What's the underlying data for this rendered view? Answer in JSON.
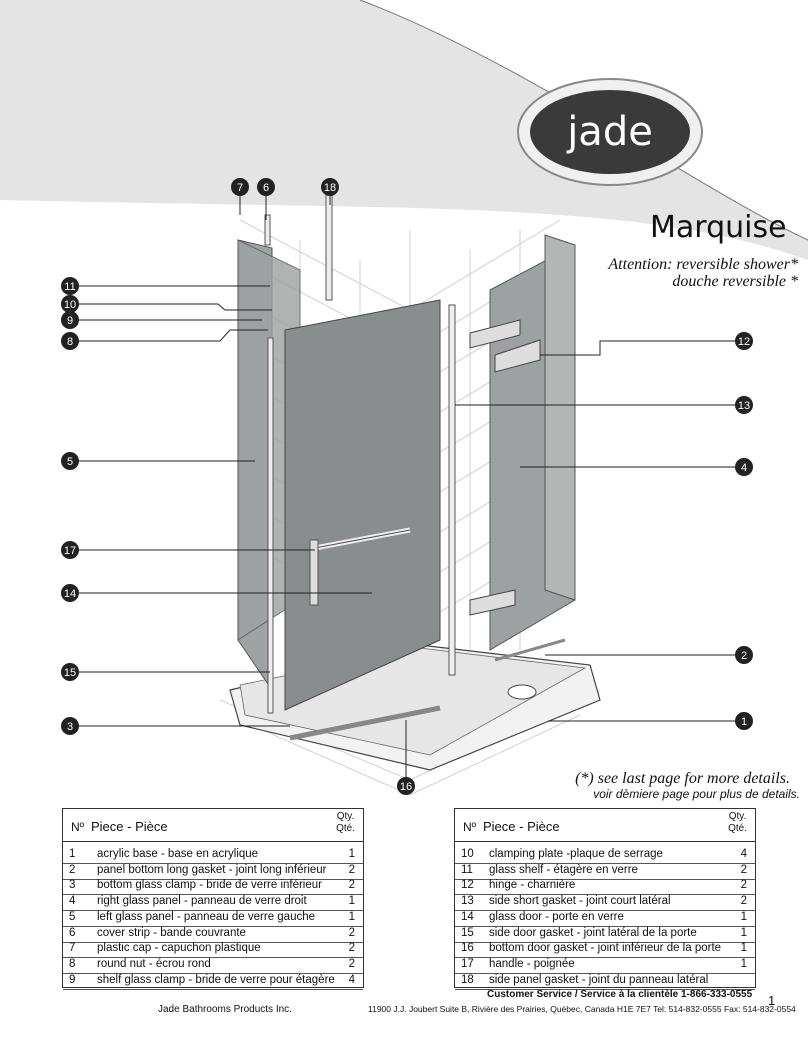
{
  "brand": {
    "logo_text": "jade"
  },
  "title": "Marquise",
  "attention": {
    "line1": "Attention: reversible shower*",
    "line2": "douche reversible *"
  },
  "note": {
    "line1": "(*) see last page for more details.",
    "line2": "voir dèmiere page pour plus de details."
  },
  "callouts": [
    "7",
    "6",
    "18",
    "11",
    "10",
    "9",
    "8",
    "12",
    "13",
    "5",
    "4",
    "17",
    "14",
    "2",
    "15",
    "1",
    "3",
    "16"
  ],
  "table_header": {
    "no": "Nº",
    "piece": "Piece - Pièce",
    "qty1": "Qty.",
    "qty2": "Qté."
  },
  "parts_left": [
    {
      "n": "1",
      "d": "acrylic base  - base  en  acrylique",
      "q": "1"
    },
    {
      "n": "2",
      "d": "panel bottom long gasket - joint long inférieur",
      "q": "2"
    },
    {
      "n": "3",
      "d": "bottom glass clamp  - bride de verre inférieur",
      "q": "2"
    },
    {
      "n": "4",
      "d": "right glass panel - panneau de verre droit",
      "q": "1"
    },
    {
      "n": "5",
      "d": "left glass panel - panneau de verre gauche",
      "q": "1"
    },
    {
      "n": "6",
      "d": "cover strip - bande couvrante",
      "q": "2"
    },
    {
      "n": "7",
      "d": "plastic cap - capuchon plastique",
      "q": "2"
    },
    {
      "n": "8",
      "d": "round nut - écrou rond",
      "q": "2"
    },
    {
      "n": "9",
      "d": "shelf glass clamp - bride de verre pour étagère",
      "q": "4"
    }
  ],
  "parts_right": [
    {
      "n": "10",
      "d": "clamping plate -plaque de serrage",
      "q": "4"
    },
    {
      "n": "11",
      "d": "glass shelf - étagère en verre",
      "q": "2"
    },
    {
      "n": "12",
      "d": "hinge -  charnière",
      "q": "2"
    },
    {
      "n": "13",
      "d": "side short gasket  - joint court latéral",
      "q": "2"
    },
    {
      "n": "14",
      "d": "glass door - porte en verre",
      "q": "1"
    },
    {
      "n": "15",
      "d": "side door gasket - joint latéral de la porte",
      "q": "1"
    },
    {
      "n": "16",
      "d": "bottom door gasket - joint inférieur de la porte",
      "q": "1"
    },
    {
      "n": "17",
      "d": "handle  -  poignée",
      "q": "1"
    },
    {
      "n": "18",
      "d": "side panel gasket - joint du panneau latéral",
      "q": ""
    }
  ],
  "footer": {
    "service": "Customer Service / Service à la clientèle 1-866-333-0555",
    "company": "Jade Bathrooms Products Inc.",
    "address": "11900 J.J. Joubert Suite B, Rivière des Prairies, Québec, Canada H1E 7E7 Tel: 514-832-0555   Fax: 514-832-0554",
    "page": "1"
  },
  "colors": {
    "band": "#e2e2e2",
    "glass": "#9ea1a1",
    "door": "#8a8d8d",
    "callout": "#222222"
  }
}
